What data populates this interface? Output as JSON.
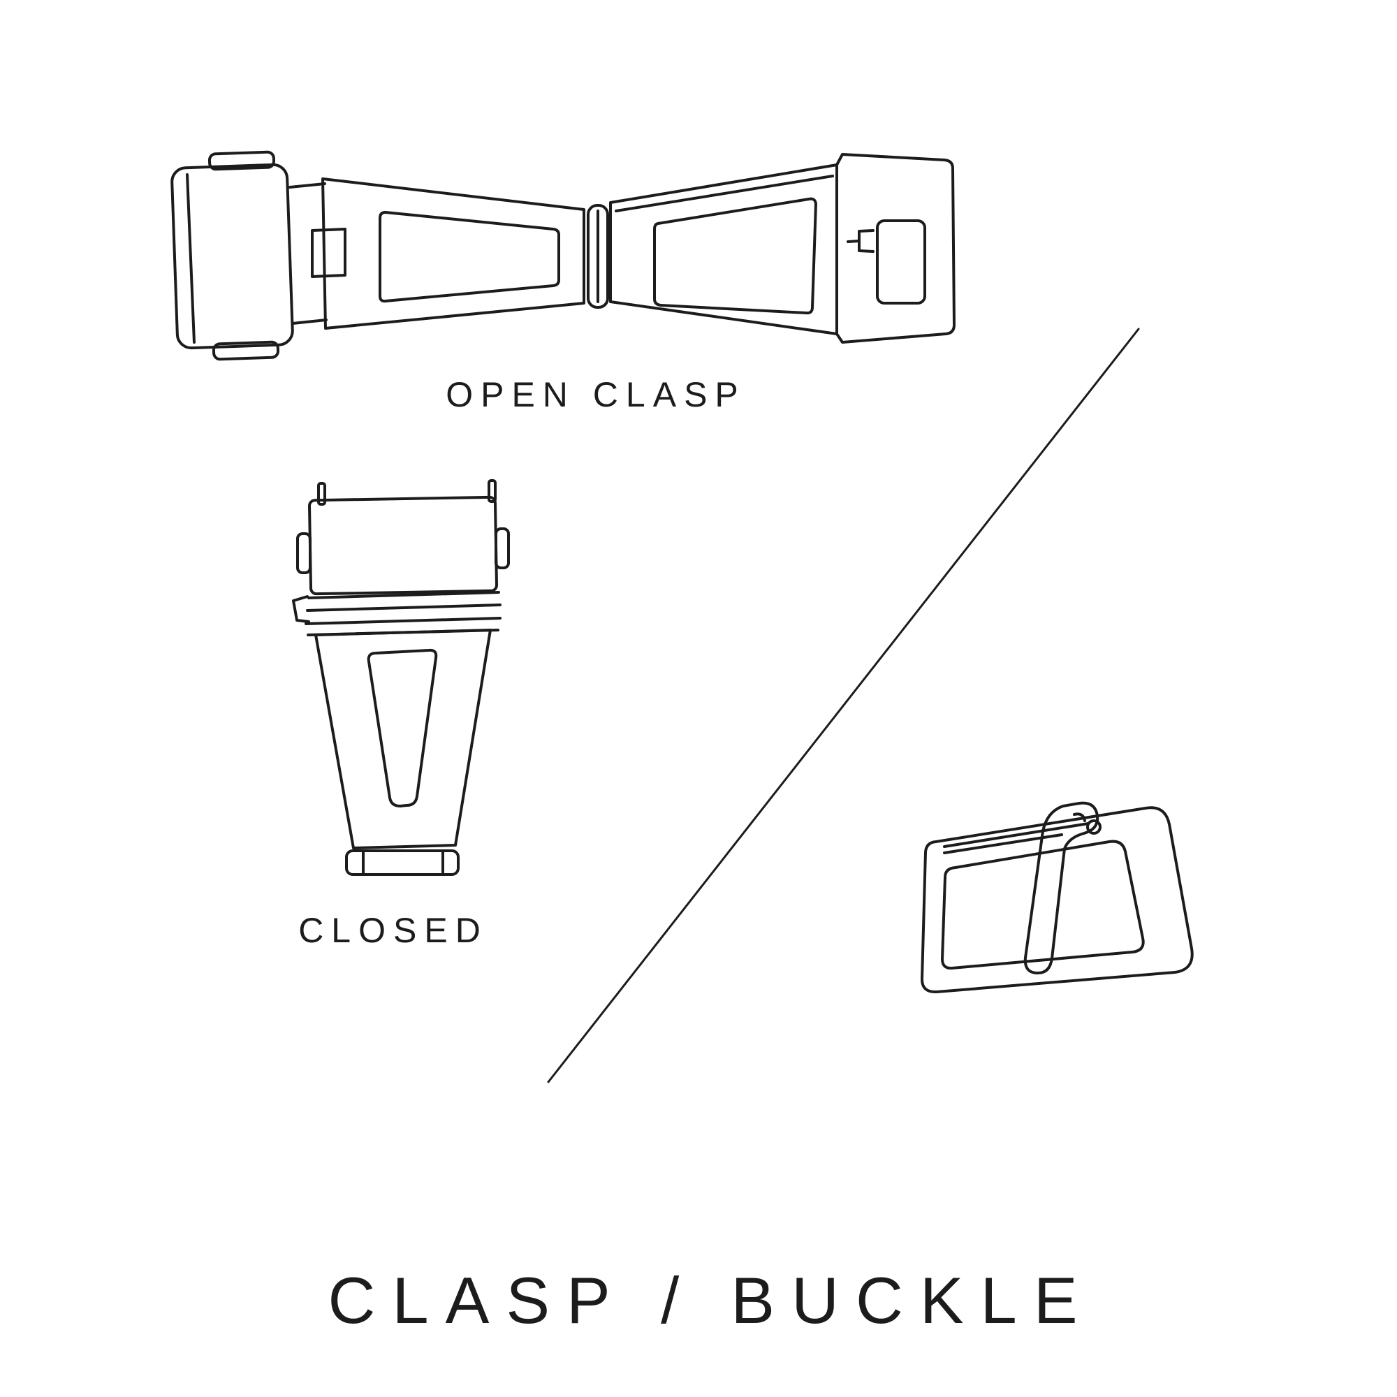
{
  "page": {
    "background": "#ffffff"
  },
  "colors": {
    "ink": "#1c1c1c"
  },
  "labels": {
    "open_clasp": "OPEN CLASP",
    "closed": "CLOSED",
    "title": "CLASP / BUCKLE"
  },
  "figures": [
    {
      "name": "open-clasp-illustration",
      "caption": "OPEN CLASP"
    },
    {
      "name": "closed-clasp-illustration",
      "caption": "CLOSED"
    },
    {
      "name": "pin-buckle-illustration",
      "caption": ""
    }
  ]
}
